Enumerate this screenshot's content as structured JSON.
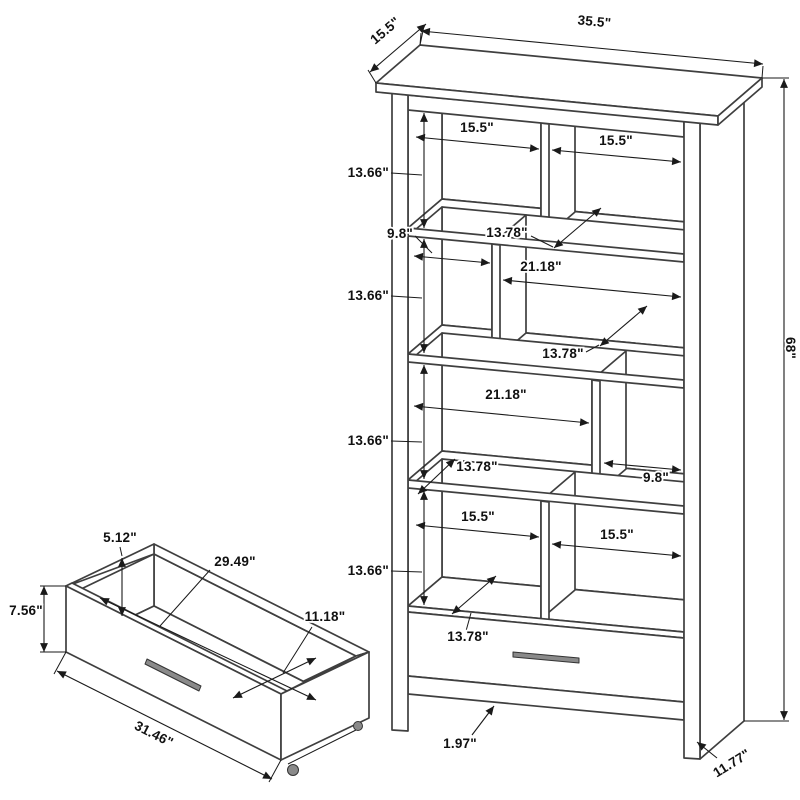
{
  "style": {
    "background": "#ffffff",
    "line_color": "#3f3f3f",
    "dimension_color": "#1a1a1a",
    "text_color": "#111111"
  },
  "bookcase": {
    "overall_width": "35.5\"",
    "overall_depth": "15.5\"",
    "overall_height": "68\"",
    "compartment_rows": [
      {
        "left_width": "15.5\"",
        "right_width": "15.5\"",
        "height": "13.66\"",
        "depth": "13.78\""
      },
      {
        "left_width": "9.8\"",
        "right_width": "21.18\"",
        "height": "13.66\"",
        "depth": "13.78\""
      },
      {
        "left_width": "21.18\"",
        "right_width": "9.8\"",
        "height": "13.66\"",
        "depth": "13.78\""
      },
      {
        "left_width": "15.5\"",
        "right_width": "15.5\"",
        "height": "13.66\"",
        "depth": "13.78\""
      }
    ],
    "base_rail_height": "1.97\"",
    "leg_height": "11.77\""
  },
  "drawer": {
    "inner_height": "5.12\"",
    "inner_length": "29.49\"",
    "inner_depth": "11.18\"",
    "front_height": "7.56\"",
    "outer_width": "31.46\""
  }
}
